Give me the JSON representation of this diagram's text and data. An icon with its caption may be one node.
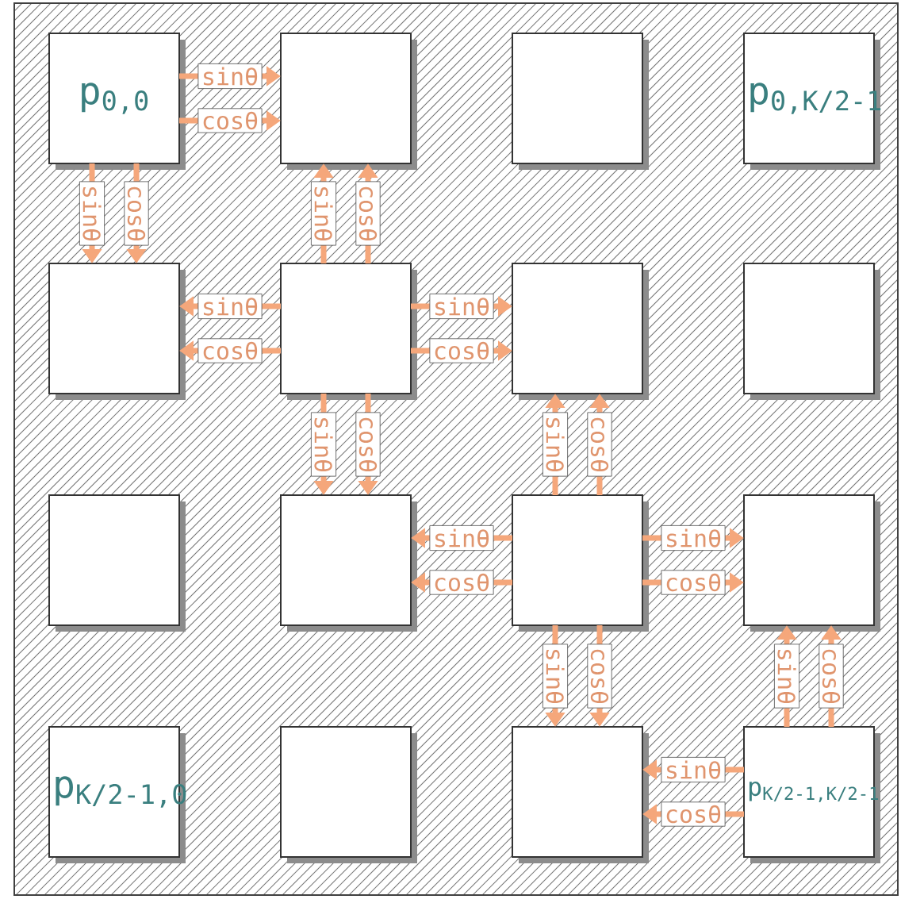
{
  "diagram": {
    "nodes": [
      {
        "text": [
          "p$_{0,0}$"
        ]
      },
      {
        "text": [],
        "shape": "box"
      },
      {
        "text": [],
        "shape": "box"
      },
      {
        "text": [
          "p$_{0,K/2-1}$"
        ]
      },
      {
        "text": [],
        "shape": "box"
      },
      {
        "text": [],
        "shape": "box"
      },
      {
        "text": [],
        "shape": "box"
      },
      {
        "text": [],
        "shape": "box"
      },
      {
        "text": [],
        "shape": "box"
      },
      {
        "text": [],
        "shape": "box"
      },
      {
        "text": [],
        "shape": "box"
      },
      {
        "text": [],
        "shape": "box"
      },
      {
        "text": [
          "p$_{K/2-1,0}$"
        ]
      },
      {
        "text": [],
        "shape": "box"
      },
      {
        "text": [],
        "shape": "box"
      },
      {
        "text": [
          "p$_{K/2-1,K/2-1}$"
        ]
      }
    ],
    "edges": [
      {
        "from": 0,
        "to": 1,
        "arrow": "to",
        "label": "sinθ"
      },
      {
        "from": 0,
        "to": 1,
        "arrow": "to",
        "label": "cosθ"
      },
      {
        "from": 0,
        "to": 4,
        "arrow": "to",
        "label": "sinθ"
      },
      {
        "from": 0,
        "to": 4,
        "arrow": "to",
        "label": "cosθ"
      },
      {
        "from": 5,
        "to": 1,
        "arrow": "to",
        "label": "sinθ"
      },
      {
        "from": 5,
        "to": 1,
        "arrow": "to",
        "label": "cosθ"
      },
      {
        "from": 5,
        "to": 4,
        "arrow": "to",
        "label": "sinθ"
      },
      {
        "from": 5,
        "to": 4,
        "arrow": "to",
        "label": "cosθ"
      },
      {
        "from": 5,
        "to": 6,
        "arrow": "to",
        "label": "sinθ"
      },
      {
        "from": 5,
        "to": 6,
        "arrow": "to",
        "label": "cosθ"
      },
      {
        "from": 5,
        "to": 9,
        "arrow": "to",
        "label": "sinθ"
      },
      {
        "from": 5,
        "to": 9,
        "arrow": "to",
        "label": "cosθ"
      },
      {
        "from": 10,
        "to": 6,
        "arrow": "to",
        "label": "sinθ"
      },
      {
        "from": 10,
        "to": 6,
        "arrow": "to",
        "label": "cosθ"
      },
      {
        "from": 10,
        "to": 9,
        "arrow": "to",
        "label": "sinθ"
      },
      {
        "from": 10,
        "to": 9,
        "arrow": "to",
        "label": "cosθ"
      },
      {
        "from": 10,
        "to": 11,
        "arrow": "to",
        "label": "sinθ"
      },
      {
        "from": 10,
        "to": 11,
        "arrow": "to",
        "label": "cosθ"
      },
      {
        "from": 10,
        "to": 14,
        "arrow": "to",
        "label": "sinθ"
      },
      {
        "from": 10,
        "to": 14,
        "arrow": "to",
        "label": "cosθ"
      },
      {
        "from": 15,
        "to": 11,
        "arrow": "to",
        "label": "sinθ"
      },
      {
        "from": 15,
        "to": 11,
        "arrow": "to",
        "label": "cosθ"
      },
      {
        "from": 15,
        "to": 14,
        "arrow": "to",
        "label": "sinθ"
      },
      {
        "from": 15,
        "to": 14,
        "arrow": "to",
        "label": "cosθ"
      }
    ]
  }
}
